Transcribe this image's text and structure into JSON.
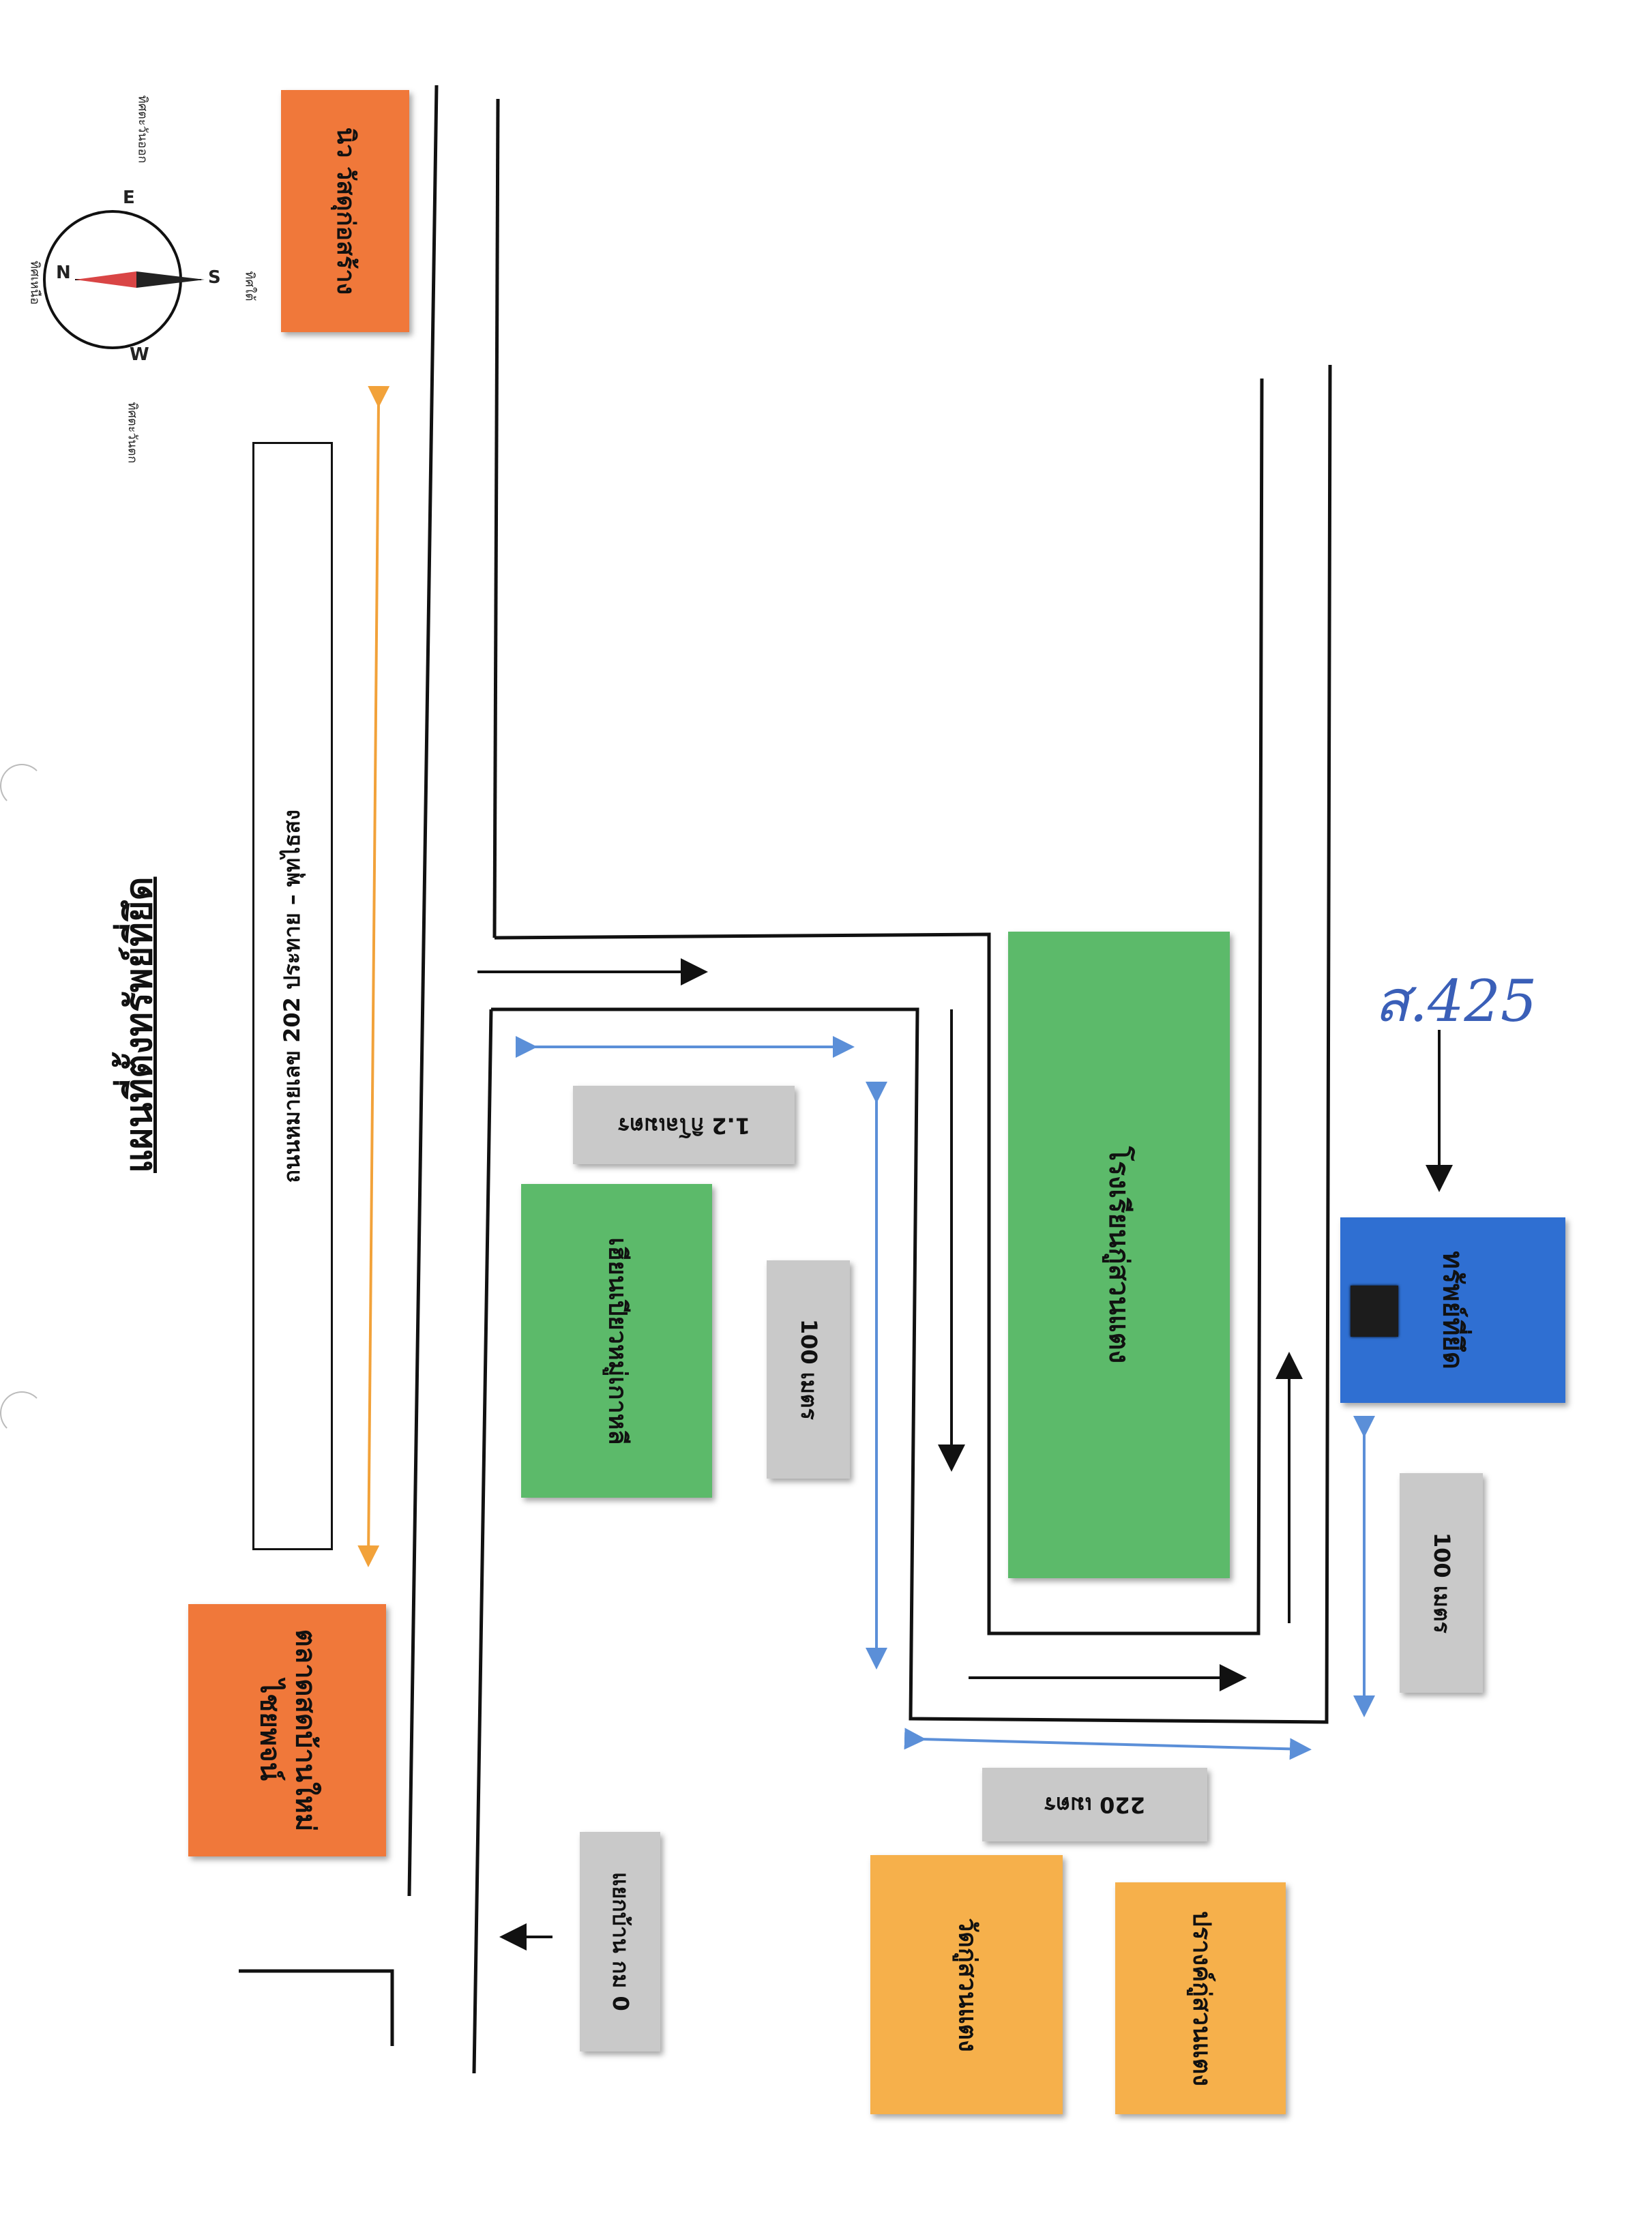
{
  "map": {
    "title": "แผนที่ตั้งทรัพย์ที่ยึด",
    "road_name": "ถนนหมายเลข 202 ประทาย – พุทไธสง",
    "handwritten_note": "ส.425",
    "compass": {
      "north": "ทิศเหนือ",
      "south": "ทิศใต้",
      "east": "ทิศตะวันออก",
      "west": "ทิศตะวันตก",
      "letters": {
        "n": "N",
        "e": "E",
        "s": "S",
        "w": "W"
      }
    },
    "landmarks": {
      "nio_store": "นิว วัสดุก่อสร้าง",
      "market_line1": "ตลาดสดบ้านใหม่",
      "market_line2": "ไชยพจน์",
      "village_hall": "เฮียนเปียวหมู่เกาหลี",
      "school": "โรงเรียนกู่สวนแตง",
      "temple": "วัดกู่สวนแตง",
      "sanctuary": "ปรางค์กู่สวนแตง",
      "property": "ทรัพย์ที่ยึด"
    },
    "distances": {
      "km_1_2": "1.2 กิโลเมตร",
      "m_100_a": "100 เมตร",
      "m_100_b": "100 เมตร",
      "m_220": "220 เมตร",
      "junction": "แยกบ้าน กม 0"
    },
    "colors": {
      "orange": "#f0783a",
      "yellow": "#f6b04b",
      "green": "#5cba6a",
      "blue": "#2f6fd2",
      "gray": "#c9c9c9",
      "distance_arrow_blue": "#5b8fd8",
      "distance_arrow_orange": "#f2a23a"
    }
  }
}
